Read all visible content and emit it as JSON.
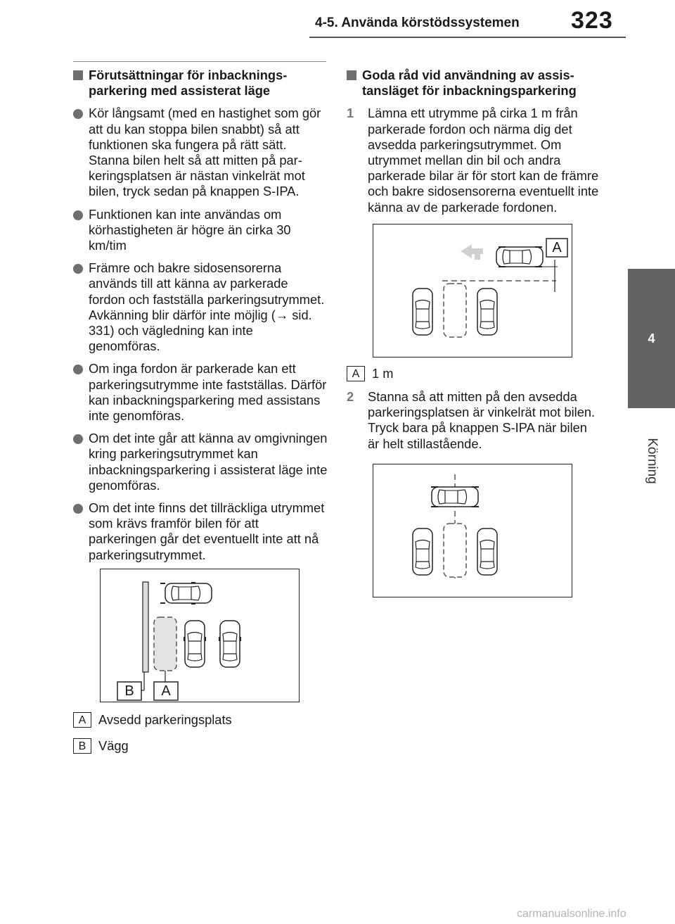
{
  "header": {
    "section": "4-5. Använda körstödssystemen",
    "page_number": "323"
  },
  "side_tab": {
    "chapter_number": "4",
    "chapter_title": "Körning"
  },
  "left_column": {
    "heading": "Förutsättningar för inbacknings­parkering med assisterat läge",
    "bullets": [
      "Kör långsamt (med en hastighet som gör att du kan stoppa bilen snabbt) så att funktionen ska fungera på rätt sätt. Stanna bilen helt så att mitten på par­keringsplatsen är nästan vinkelrät mot bilen, tryck sedan på knappen S-IPA.",
      "Funktionen kan inte användas om körhastigheten är högre än cirka 30 km/tim",
      "Främre och bakre sidosensorerna används till att känna av parkerade fordon och fastställa parkeringsutrym­met. Avkänning blir därför inte möjlig (→ sid. 331) och vägledning kan inte genomföras.",
      "Om inga fordon är parkerade kan ett parkeringsutrymme inte fastställas. Därför kan inbackningsparkering med assistans inte genomföras.",
      "Om det inte går att känna av omgiv­ningen kring parkeringsutrymmet kan inbackningsparkering i assisterat läge inte genomföras.",
      "Om det inte finns det tillräckliga utrym­met som krävs framför bilen för att parkeringen går det eventuellt inte att nå parkeringsutrymmet."
    ],
    "figure_labels": {
      "a": "A",
      "b": "B"
    },
    "legend": [
      {
        "letter": "A",
        "text": "Avsedd parkeringsplats"
      },
      {
        "letter": "B",
        "text": "Vägg"
      }
    ]
  },
  "right_column": {
    "heading": "Goda råd vid användning av assis­tansläget för inbackningsparkering",
    "steps": [
      {
        "num": "1",
        "text": "Lämna ett utrymme på cirka 1 m från parkerade fordon och närma dig det avsedda parkeringsutrymmet. Om utrymmet mellan din bil och andra parkerade bilar är för stort kan de främre och bakre sidosensorerna eventuellt inte känna av de parke­rade fordonen."
      },
      {
        "num": "2",
        "text": "Stanna så att mitten på den avsedda parkeringsplatsen är vinkelrät mot bilen. Tryck bara på knappen S-IPA när bilen är helt stillastående."
      }
    ],
    "figure_label": "A",
    "legend": [
      {
        "letter": "A",
        "text": "1 m"
      }
    ]
  },
  "watermark": "carmanualsonline.info"
}
